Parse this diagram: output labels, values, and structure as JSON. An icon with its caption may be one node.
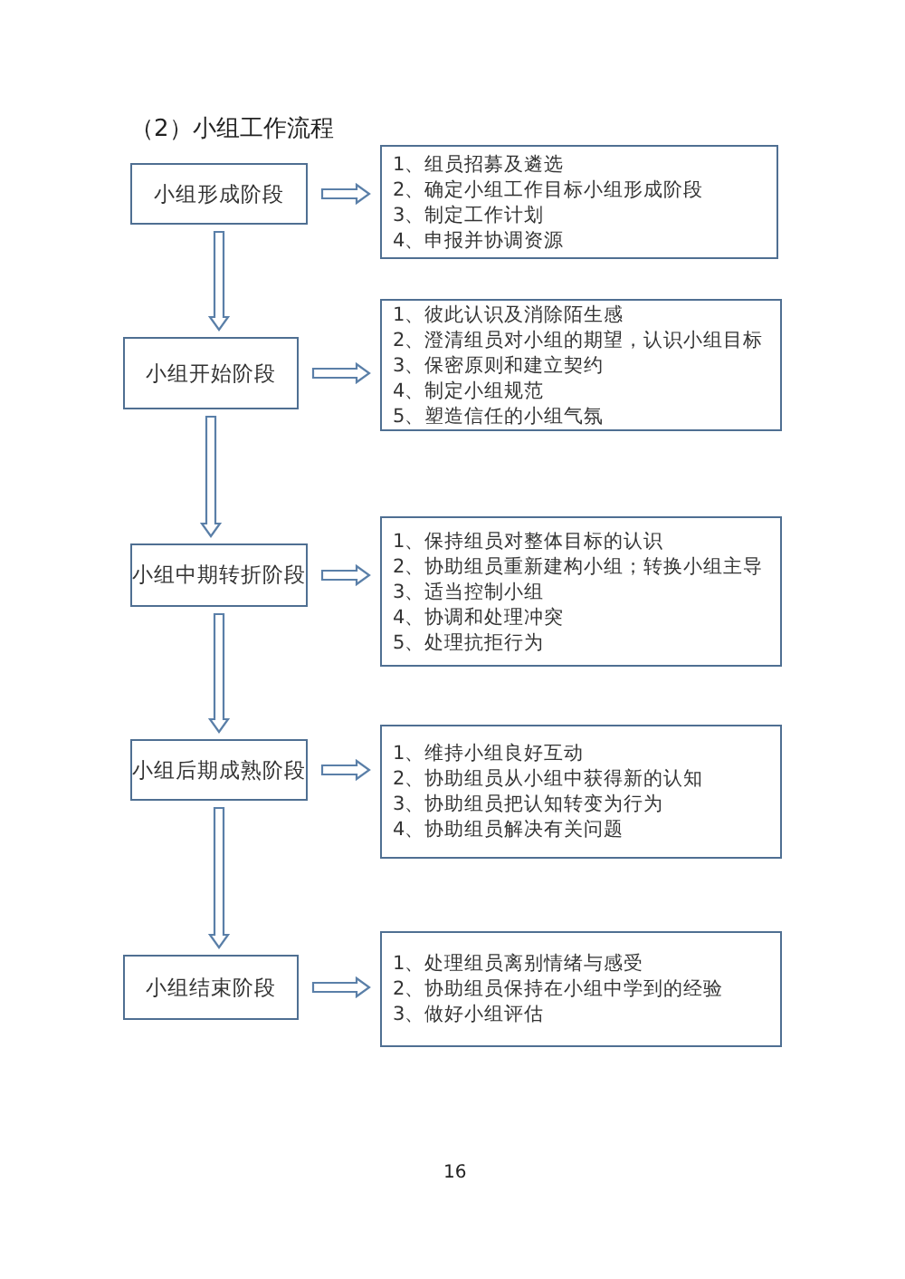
{
  "diagram": {
    "title": "（2）小组工作流程",
    "nodes": [
      {
        "text": [
          "小组形成阶段"
        ]
      },
      {
        "text": [
          "1、组员招募及遴选",
          "2、确定小组工作目标小组形成阶段",
          "3、制定工作计划",
          "4、申报并协调资源"
        ]
      },
      {
        "text": [
          "小组开始阶段"
        ]
      },
      {
        "text": [
          "1、彼此认识及消除陌生感",
          "2、澄清组员对小组的期望，认识小组目标",
          "3、保密原则和建立契约",
          "4、制定小组规范",
          "5、塑造信任的小组气氛"
        ]
      },
      {
        "text": [
          "小组中期转折阶段"
        ]
      },
      {
        "text": [
          "1、保持组员对整体目标的认识",
          "2、协助组员重新建构小组；转换小组主导",
          "3、适当控制小组",
          "4、协调和处理冲突",
          "5、处理抗拒行为"
        ]
      },
      {
        "text": [
          "小组后期成熟阶段"
        ]
      },
      {
        "text": [
          "1、维持小组良好互动",
          "2、协助组员从小组中获得新的认知",
          "3、协助组员把认知转变为行为",
          "4、协助组员解决有关问题"
        ]
      },
      {
        "text": [
          "小组结束阶段"
        ]
      },
      {
        "text": [
          "1、处理组员离别情绪与感受",
          "2、协助组员保持在小组中学到的经验",
          "3、做好小组评估"
        ]
      }
    ],
    "edges": [
      {
        "from": 0,
        "to": 1,
        "arrow": "to"
      },
      {
        "from": 0,
        "to": 2,
        "arrow": "to"
      },
      {
        "from": 2,
        "to": 3,
        "arrow": "to"
      },
      {
        "from": 2,
        "to": 4,
        "arrow": "to"
      },
      {
        "from": 4,
        "to": 5,
        "arrow": "to"
      },
      {
        "from": 4,
        "to": 6,
        "arrow": "to"
      },
      {
        "from": 6,
        "to": 7,
        "arrow": "to"
      },
      {
        "from": 6,
        "to": 8,
        "arrow": "to"
      },
      {
        "from": 8,
        "to": 9,
        "arrow": "to"
      }
    ],
    "labels": [
      "16"
    ]
  }
}
